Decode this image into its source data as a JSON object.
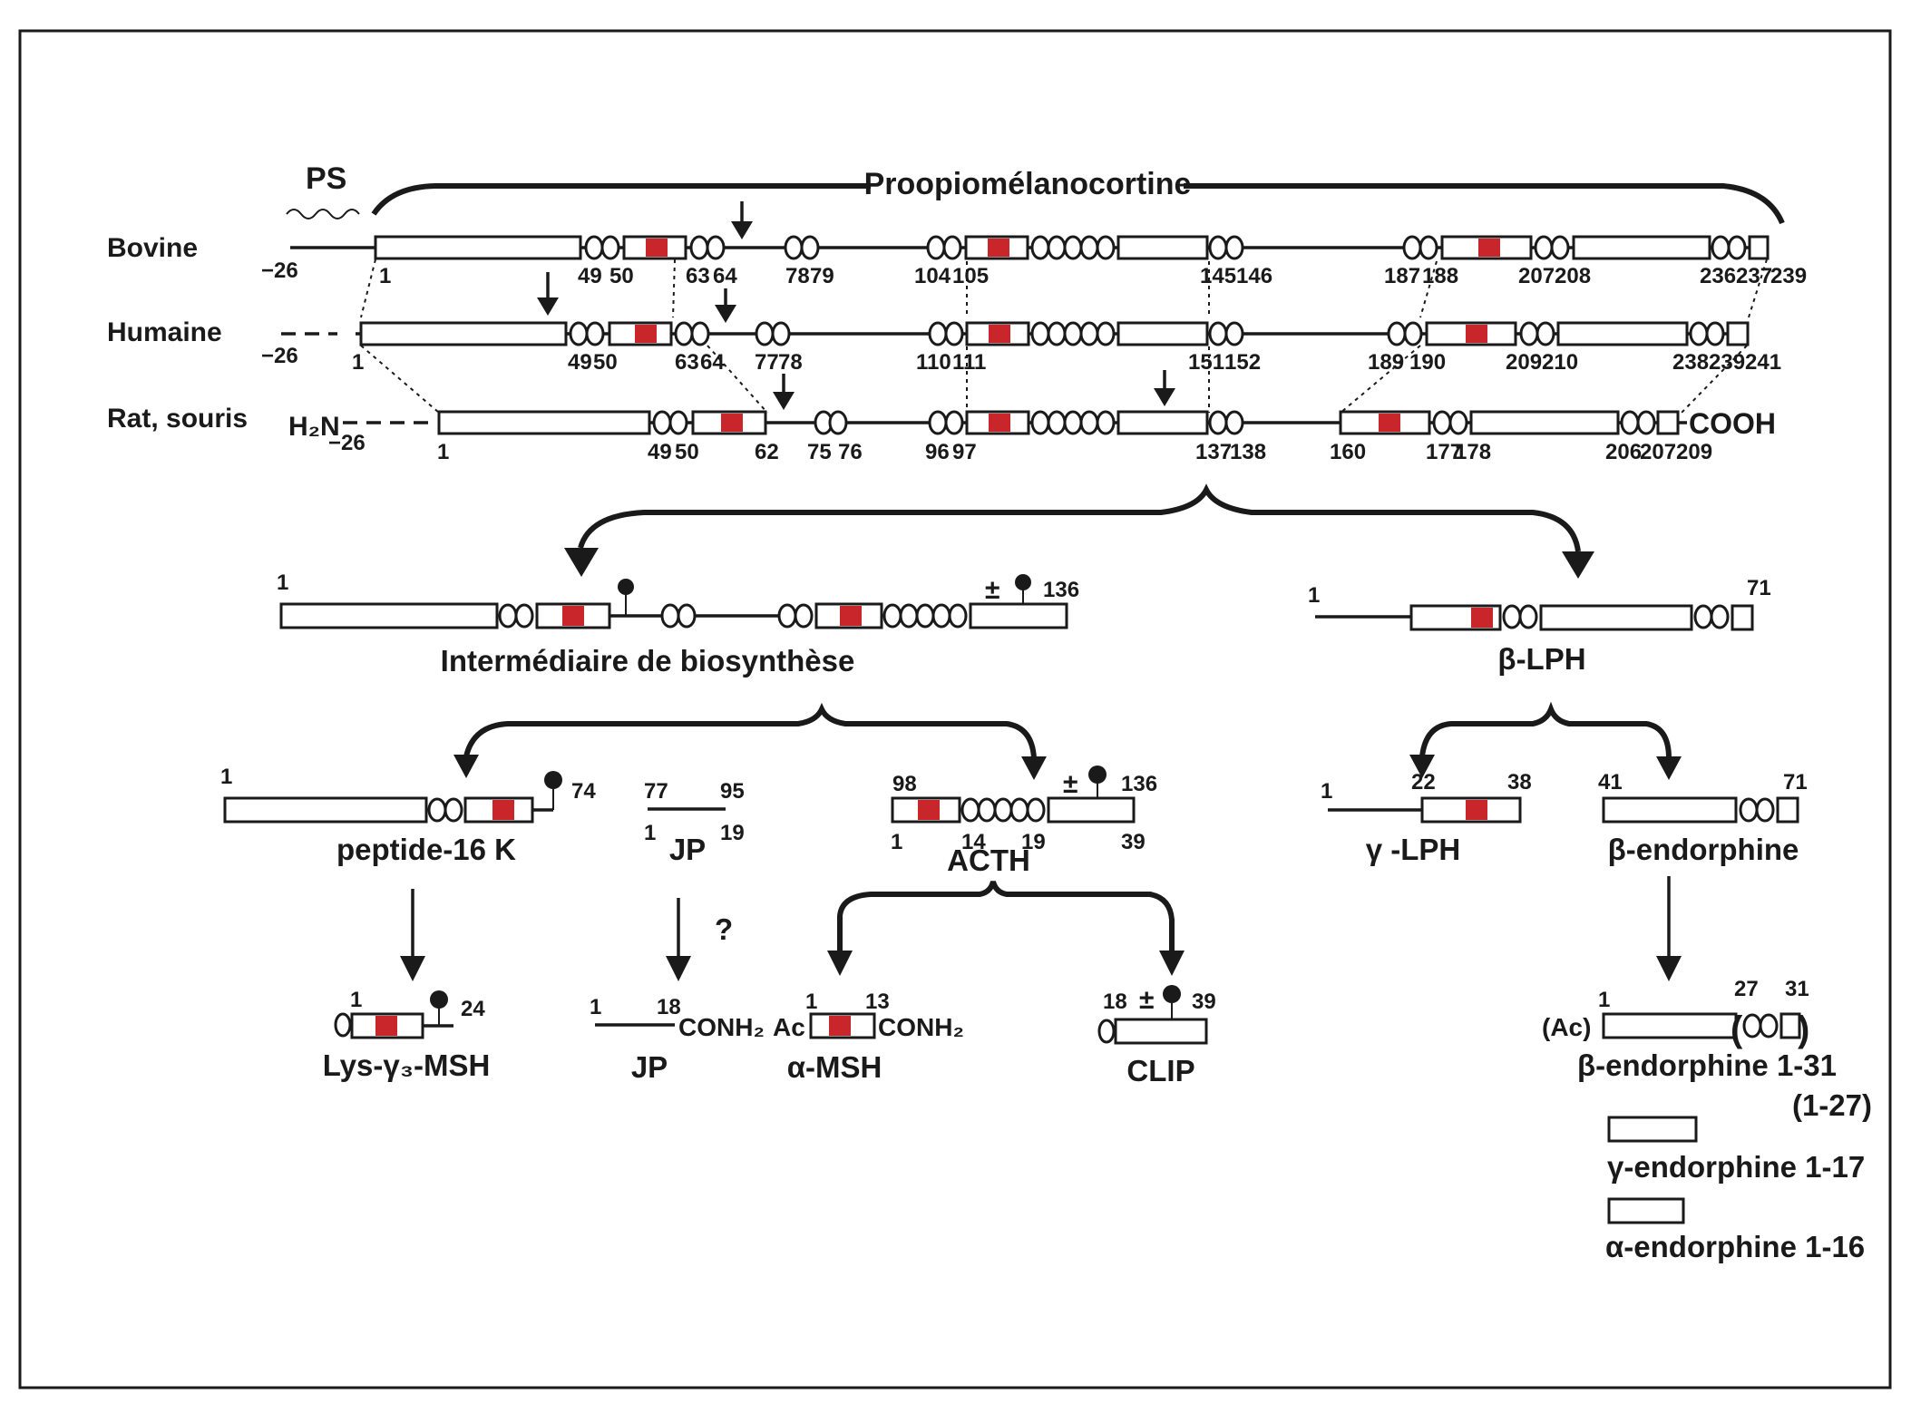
{
  "colors": {
    "ink": "#1a1a1a",
    "highlight": "#c8262a",
    "background": "#ffffff"
  },
  "header": {
    "ps": "PS",
    "title": "Proopiomélanocortine"
  },
  "species": {
    "bovine": "Bovine",
    "humaine": "Humaine",
    "rat": "Rat, souris"
  },
  "termini": {
    "n_term": "H₂N",
    "c_term": "COOH",
    "minus26": "−26"
  },
  "bovine_nums": [
    "1",
    "49",
    "50",
    "63",
    "64",
    "78",
    "79",
    "104",
    "105",
    "145",
    "146",
    "187",
    "188",
    "207",
    "208",
    "236",
    "237",
    "239"
  ],
  "human_nums": [
    "1",
    "49",
    "50",
    "63",
    "64",
    "77",
    "78",
    "110",
    "111",
    "151",
    "152",
    "189",
    "190",
    "209",
    "210",
    "238",
    "239",
    "241"
  ],
  "rat_nums": [
    "1",
    "49",
    "50",
    "62",
    "75",
    "76",
    "96",
    "97",
    "137",
    "138",
    "160",
    "177",
    "178",
    "206",
    "207",
    "209"
  ],
  "intermediate": {
    "name": "Intermédiaire de biosynthèse",
    "start": "1",
    "end": "136",
    "pm": "±"
  },
  "blph": {
    "name": "β-LPH",
    "start": "1",
    "end": "71"
  },
  "peptide16k": {
    "name": "peptide-16  K",
    "start": "1",
    "end": "74"
  },
  "jp": {
    "name": "JP",
    "n77": "77",
    "n95": "95",
    "n1": "1",
    "n19": "19"
  },
  "acth": {
    "name": "ACTH",
    "n98": "98",
    "n136": "136",
    "n1": "1",
    "n14": "14",
    "n19": "19",
    "n39": "39",
    "pm": "±"
  },
  "glph": {
    "name": "γ -LPH",
    "n1": "1",
    "n22": "22",
    "n38": "38"
  },
  "bendo": {
    "name": "β-endorphine",
    "n41": "41",
    "n71": "71"
  },
  "question": "?",
  "lysmsh": {
    "name": "Lys-γ₃-MSH",
    "n1": "1",
    "n24": "24"
  },
  "jp2": {
    "name": "JP",
    "n1": "1",
    "n18": "18",
    "conh2": "CONH₂"
  },
  "amsh": {
    "name": "α-MSH",
    "ac": "Ac",
    "n1": "1",
    "n13": "13",
    "conh2": "CONH₂"
  },
  "clip": {
    "name": "CLIP",
    "n18": "18",
    "n39": "39",
    "pm": "±"
  },
  "bendo31": {
    "name": "β-endorphine  1-31",
    "alt": "(1-27)",
    "ac": "(Ac)",
    "n1": "1",
    "n27": "27",
    "n31": "31"
  },
  "gendo": {
    "name": "γ-endorphine  1-17"
  },
  "aendo": {
    "name": "α-endorphine  1-16"
  }
}
